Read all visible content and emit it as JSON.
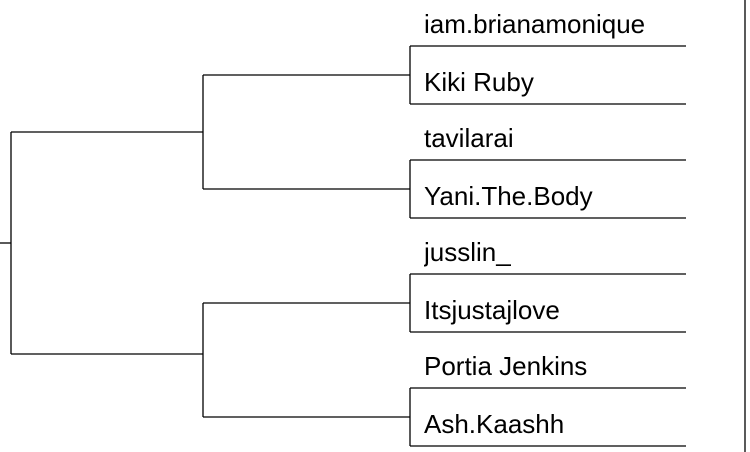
{
  "bracket": {
    "entrants": [
      "iam.brianamonique",
      "Kiki Ruby",
      "tavilarai",
      "Yani.The.Body",
      "jusslin_",
      "Itsjustajlove",
      "Portia Jenkins",
      "Ash.Kaashh"
    ]
  }
}
